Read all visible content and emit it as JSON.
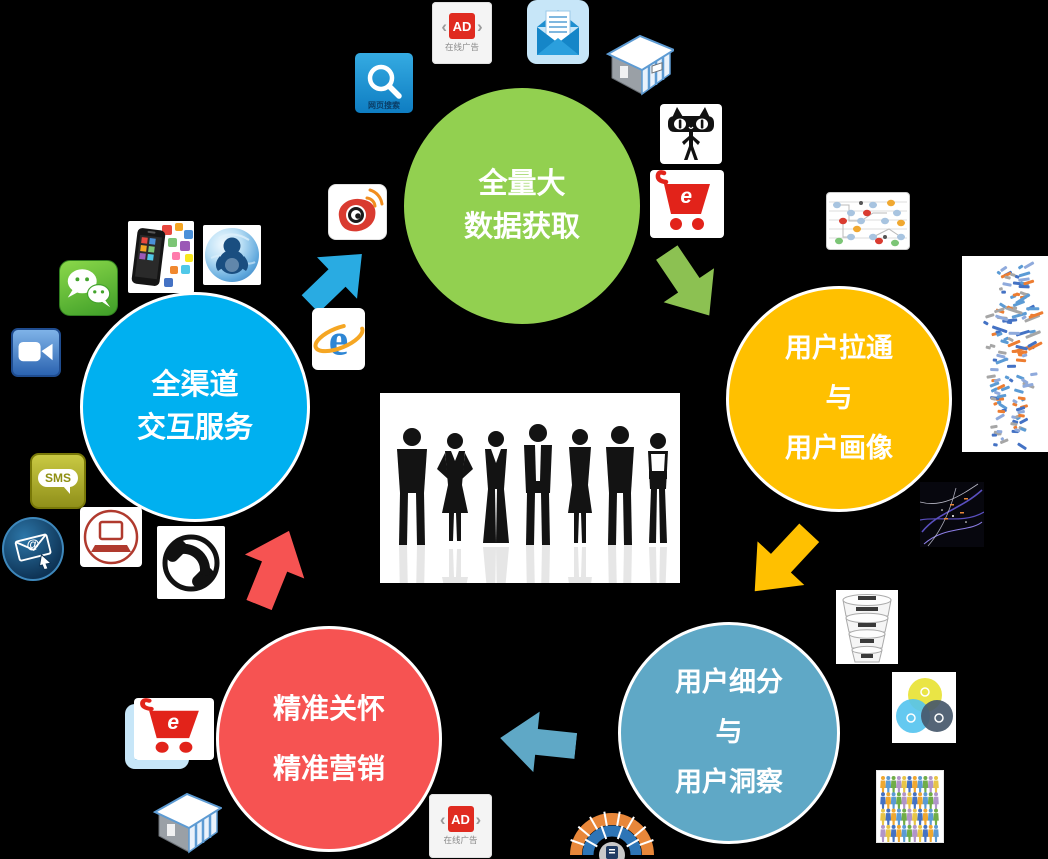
{
  "canvas": {
    "background": "#000000"
  },
  "circles": {
    "acquisition": {
      "color": "#92D050",
      "line1": "全量大",
      "line2": "数据获取"
    },
    "profiling": {
      "color": "#FFC000",
      "line1": "用户拉通",
      "line2": "与",
      "line3": "用户画像"
    },
    "insight": {
      "color": "#5FA8C6",
      "line1": "用户细分",
      "line2": "与",
      "line3": "用户洞察"
    },
    "marketing": {
      "color": "#F65352",
      "line1": "精准关怀",
      "line2": "精准营销"
    },
    "service": {
      "color": "#00B0F0",
      "line1": "全渠道",
      "line2": "交互服务"
    }
  },
  "arrows": {
    "service_to_acquisition": "#29ABE2",
    "acquisition_to_profiling": "#8CC152",
    "profiling_to_insight": "#FFC000",
    "insight_to_marketing": "#5FA8C6",
    "marketing_to_service": "#F65352"
  },
  "icon_labels": {
    "web_search": "网页搜索",
    "online_ad": "在线广告",
    "ad": "AD",
    "ad_left_bracket": "‹",
    "ad_right_bracket": "›",
    "sms": "SMS",
    "cart_letter": "e",
    "ie_letter": "e",
    "at_sign": "@"
  },
  "palettes": {
    "crowd": [
      "#F0A830",
      "#5B9BD5",
      "#70AD47",
      "#B195C9",
      "#E8C547",
      "#4472C4"
    ],
    "wordcloud": [
      "#5B9BD5",
      "#ED7D31",
      "#A6A6A6",
      "#4472C4",
      "#8FAADC"
    ]
  }
}
